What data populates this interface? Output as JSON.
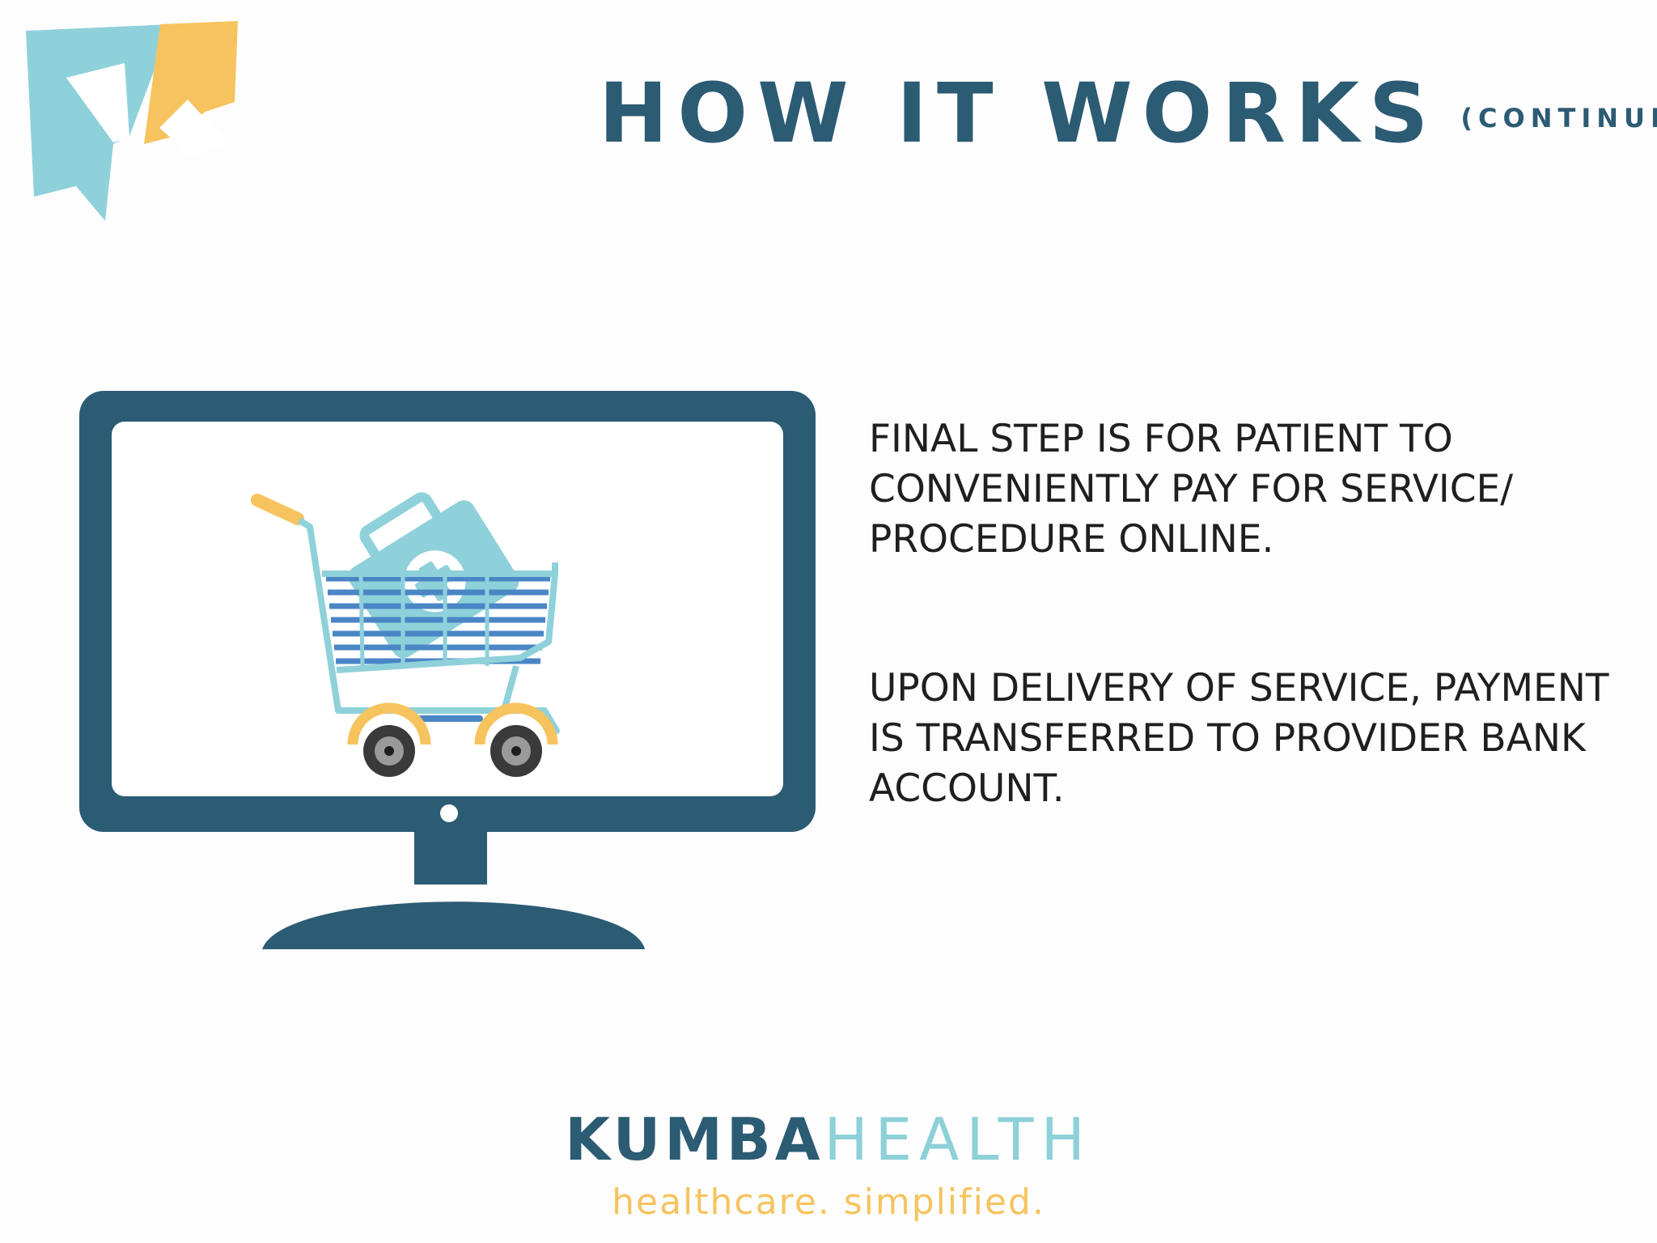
{
  "header": {
    "title": "HOW IT WORKS",
    "subtitle": "(CONTINUED)"
  },
  "illustration": {
    "icons": [
      "monitor-icon",
      "shopping-cart-icon",
      "medical-kit-icon"
    ]
  },
  "paragraphs": [
    {
      "text": "FINAL STEP IS FOR PATIENT TO CONVENIENTLY PAY FOR SERVICE/ PROCEDURE ONLINE."
    },
    {
      "text": "UPON DELIVERY OF SERVICE, PAYMENT IS TRANSFERRED TO PROVIDER BANK ACCOUNT."
    }
  ],
  "brand": {
    "name_part1": "KUMBA",
    "name_part2": "HEALTH",
    "tagline": "healthcare. simplified."
  },
  "colors": {
    "navy": "#2c5b74",
    "teal": "#8dd0d8",
    "yellow": "#f6c35e",
    "blue": "#4a86c5",
    "text": "#1f1f1f"
  }
}
